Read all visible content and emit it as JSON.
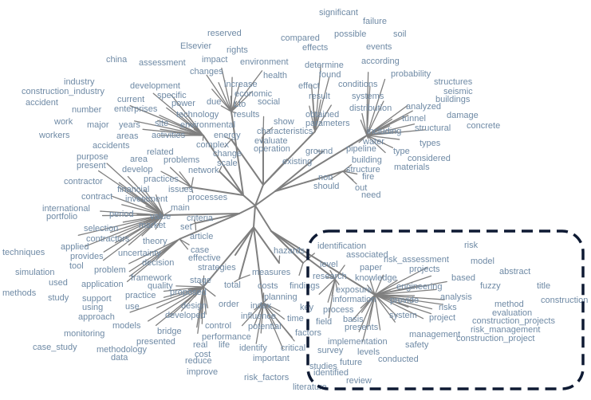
{
  "diagram": {
    "type": "radial-dendrogram",
    "colors": {
      "branch": "#7f7f7f",
      "label": "#6f8aa5",
      "highlight_border": "#0e1a33"
    },
    "highlight_box": {
      "style": "dashed",
      "meaning": "selected-cluster"
    },
    "labels": [
      "significant",
      "failure",
      "reserved",
      "compared",
      "possible",
      "soil",
      "Elsevier",
      "rights",
      "effects",
      "events",
      "china",
      "assessment",
      "impact",
      "environment",
      "determine",
      "according",
      "changes",
      "health",
      "found",
      "probability",
      "industry",
      "development",
      "increase",
      "effect",
      "conditions",
      "structures",
      "construction_industry",
      "specific",
      "economic",
      "result",
      "systems",
      "seismic",
      "accident",
      "current",
      "power",
      "due",
      "Lto",
      "social",
      "buildings",
      "enterprises",
      "distribution",
      "analyzed",
      "number",
      "technology",
      "results",
      "obtained",
      "tunnel",
      "damage",
      "work",
      "major",
      "years",
      "site",
      "environmental",
      "show",
      "parameters",
      "structural",
      "concrete",
      "workers",
      "areas",
      "activities",
      "energy",
      "characteristics",
      "including",
      "water",
      "accidents",
      "evaluate",
      "complex",
      "operation",
      "types",
      "related",
      "change",
      "ground",
      "pipeline",
      "type",
      "purpose",
      "area",
      "problems",
      "scale",
      "existing",
      "building",
      "considered",
      "present",
      "develop",
      "network",
      "structure",
      "materials",
      "fire",
      "practices",
      "non",
      "contractor",
      "should",
      "out",
      "financial",
      "issues",
      "contract",
      "investment",
      "processes",
      "need",
      "main",
      "international",
      "period",
      "value",
      "criteria",
      "portfolio",
      "market",
      "set",
      "selection",
      "contractors",
      "article",
      "theory",
      "techniques",
      "applied",
      "uncertainty",
      "case",
      "provides",
      "effective",
      "tool",
      "simulation",
      "decision",
      "strategies",
      "problem",
      "framework",
      "used",
      "quality",
      "stage",
      "methods",
      "application",
      "practice",
      "proposed",
      "study",
      "support",
      "using",
      "design",
      "use",
      "approach",
      "developed",
      "models",
      "control",
      "bridge",
      "monitoring",
      "presented",
      "real",
      "life",
      "performance",
      "case_study",
      "methodology",
      "cost",
      "data",
      "reduce",
      "improve",
      "risk_factors",
      "literature",
      "identified",
      "review",
      "studies",
      "future",
      "survey",
      "levels",
      "conducted",
      "identify",
      "critical",
      "important",
      "potential",
      "influence",
      "index",
      "order",
      "total",
      "costs",
      "planning",
      "measures",
      "findings",
      "hazards",
      "factors",
      "time",
      "key",
      "field",
      "basis",
      "presents",
      "process",
      "system",
      "project",
      "risks",
      "analysis",
      "method",
      "evaluation",
      "management",
      "safety",
      "implementation",
      "information",
      "provide",
      "exposure",
      "research",
      "knowledge",
      "engineering",
      "level",
      "paper",
      "projects",
      "associated",
      "identification",
      "risk_assessment",
      "risk",
      "model",
      "based",
      "fuzzy",
      "abstract",
      "title",
      "construction",
      "construction_projects",
      "risk_management",
      "construction_project"
    ]
  }
}
